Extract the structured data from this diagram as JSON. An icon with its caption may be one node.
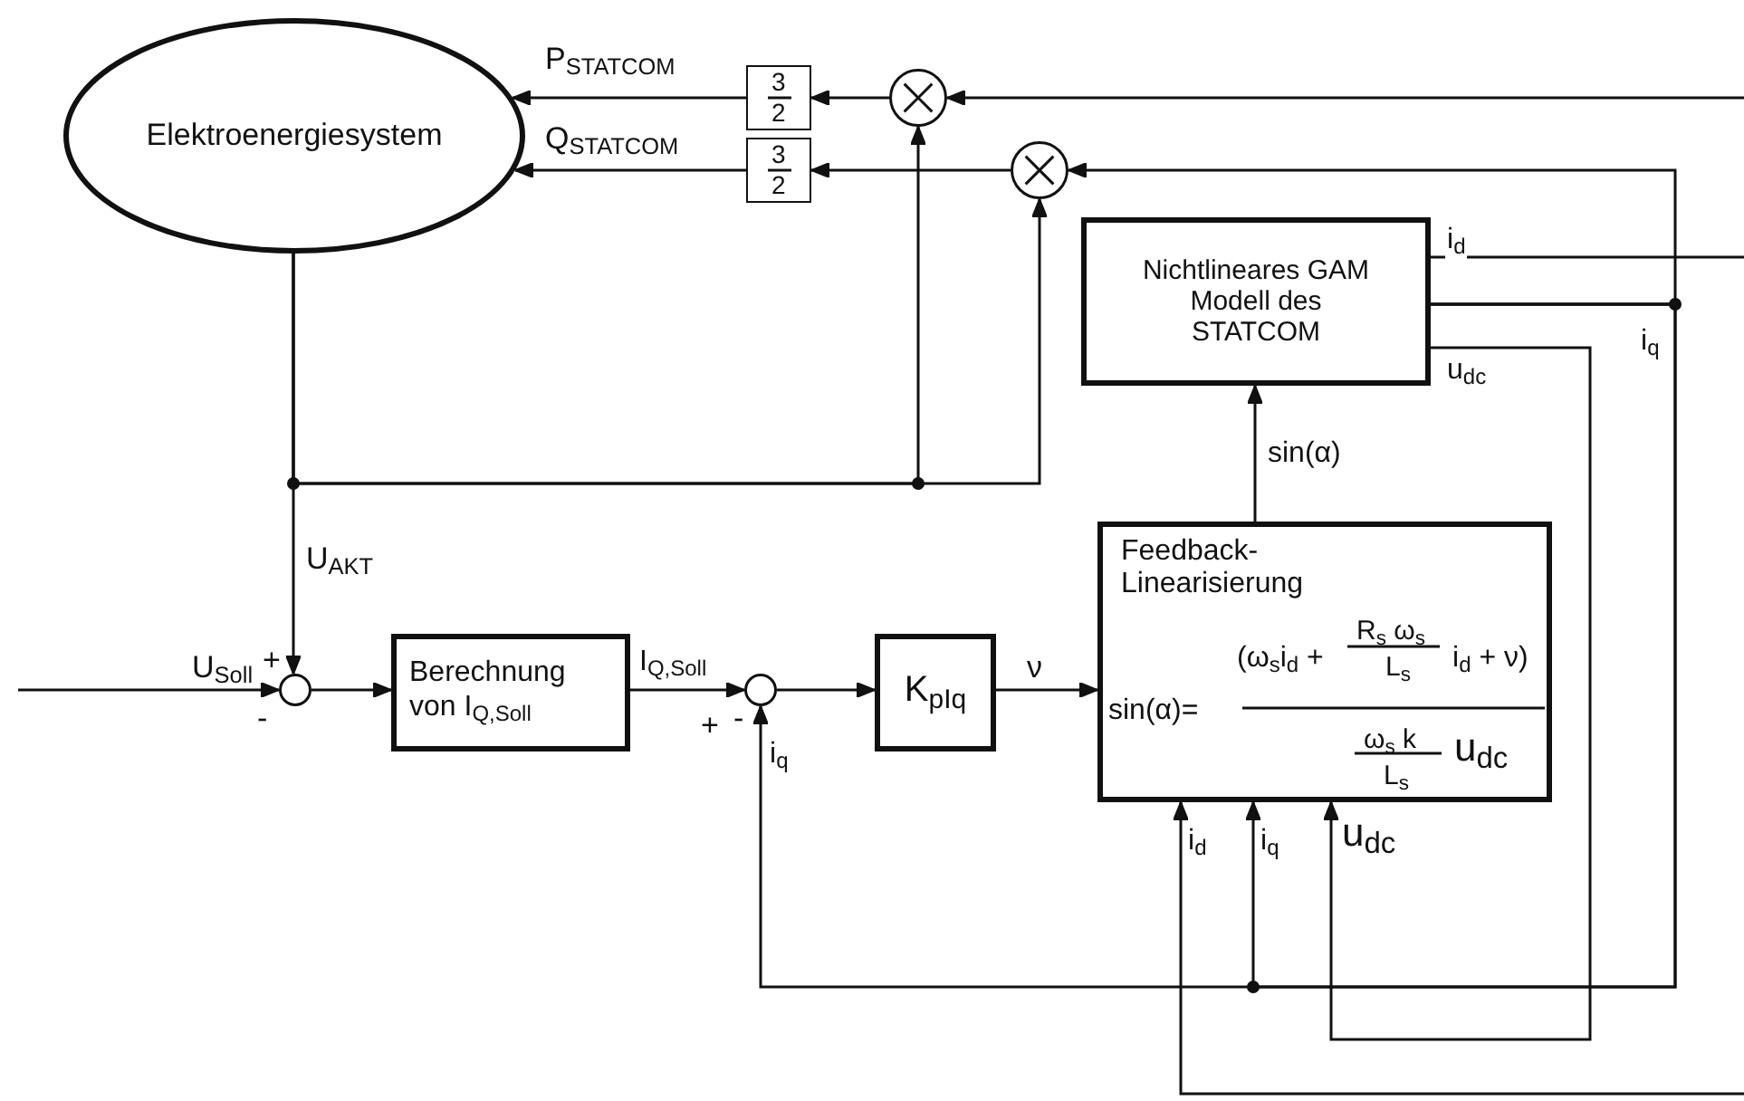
{
  "diagram": {
    "nodes": [
      {
        "text": [
          "Elektroenergiesystem"
        ]
      },
      {
        "text": [
          "3",
          "2"
        ]
      },
      {
        "text": [
          "3",
          "2"
        ]
      },
      {
        "text": [],
        "shape": "circle"
      },
      {
        "text": [],
        "shape": "circle"
      },
      {
        "text": [
          "Nichtlineares GAM Modell des STATCOM"
        ]
      },
      {
        "text": [
          "Feedback-Linearisierung",
          "sin(α)=",
          "(ω$_{s}$i$_{d}$ +",
          "R$_{s}$ ω$_{s}$",
          "L$_{s}$",
          "i$_{d}$ + ν)",
          "ω$_{s}$ k",
          "L$_{s}$",
          "u$_{dc}$"
        ]
      },
      {
        "text": [],
        "shape": "circle"
      },
      {
        "text": [
          "Berechnung von I$_{Q,Soll}$"
        ]
      },
      {
        "text": [],
        "shape": "circle"
      },
      {
        "text": [
          "K$_{pIq}$"
        ]
      }
    ],
    "edges": [
      {
        "from": 1,
        "to": 0,
        "arrow": "to",
        "label": "P$_{STATCOM}$"
      },
      {
        "from": 2,
        "to": 0,
        "arrow": "to",
        "label": "Q$_{STATCOM}$"
      },
      {
        "from": 3,
        "to": 1,
        "arrow": "to"
      },
      {
        "from": 4,
        "to": 2,
        "arrow": "to"
      },
      {
        "from": null,
        "to": 3,
        "arrow": "to"
      },
      {
        "from": 5,
        "to": null,
        "arrow": "none",
        "label": "i$_{d}$"
      },
      {
        "from": null,
        "to": 6,
        "arrow": "to",
        "label": "i$_{d}$"
      },
      {
        "from": 5,
        "to": 4,
        "arrow": "to"
      },
      {
        "from": 5,
        "to": 9,
        "arrow": "to",
        "label": "i$_{q}$"
      },
      {
        "from": 5,
        "to": 6,
        "arrow": "to",
        "label": "i$_{q}$"
      },
      {
        "from": 5,
        "to": 6,
        "arrow": "to",
        "label": "u$_{dc}$"
      },
      {
        "from": 6,
        "to": 5,
        "arrow": "to",
        "label": "sin(α)"
      },
      {
        "from": 0,
        "to": 7,
        "arrow": "to",
        "label": "U$_{AKT}$"
      },
      {
        "from": 0,
        "to": 3,
        "arrow": "to"
      },
      {
        "from": 0,
        "to": 4,
        "arrow": "to"
      },
      {
        "from": null,
        "to": 7,
        "arrow": "to",
        "label": "U$_{Soll}$"
      },
      {
        "from": 7,
        "to": 8,
        "arrow": "to"
      },
      {
        "from": 8,
        "to": 9,
        "arrow": "to",
        "label": "I$_{Q,Soll}$"
      },
      {
        "from": 9,
        "to": 10,
        "arrow": "to"
      },
      {
        "from": 10,
        "to": 6,
        "arrow": "to",
        "label": "ν"
      }
    ],
    "labels": [
      "+",
      "-",
      "+",
      "-",
      "i$_{q}$",
      "u$_{dc}$"
    ]
  }
}
